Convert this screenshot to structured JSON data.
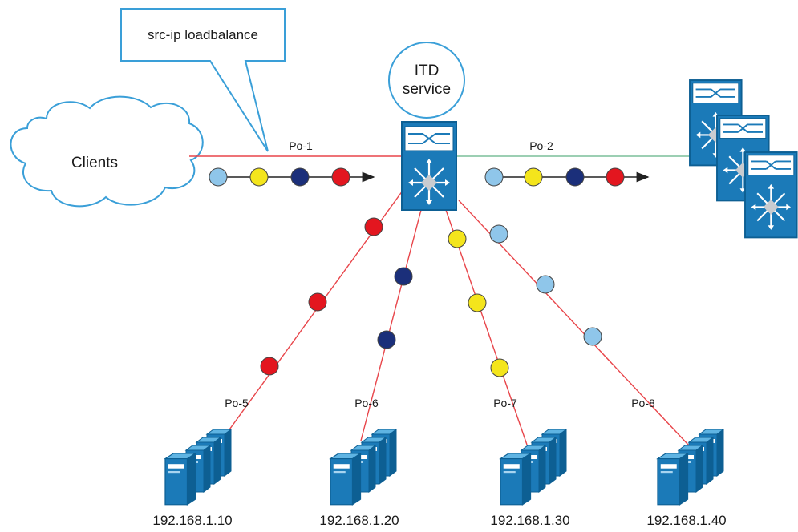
{
  "callout": {
    "text": "src-ip loadbalance"
  },
  "service": {
    "line1": "ITD",
    "line2": "service"
  },
  "clients": {
    "label": "Clients"
  },
  "links": {
    "po1": "Po-1",
    "po2": "Po-2",
    "po5": "Po-5",
    "po6": "Po-6",
    "po7": "Po-7",
    "po8": "Po-8"
  },
  "servers": [
    {
      "ip": "192.168.1.10"
    },
    {
      "ip": "192.168.1.20"
    },
    {
      "ip": "192.168.1.30"
    },
    {
      "ip": "192.168.1.40"
    }
  ],
  "colors": {
    "link_red": "#e8454a",
    "link_green": "#7bbf9a",
    "device_blue": "#1b7ab8",
    "device_dark": "#0d5f93",
    "packet_light_blue": "#8fc6ea",
    "packet_yellow": "#f4e51c",
    "packet_navy": "#1b2f7a",
    "packet_red": "#e3161f",
    "callout_border": "#3a9fd8"
  },
  "packet_flows": {
    "ingress": [
      "light-blue",
      "yellow",
      "navy",
      "red"
    ],
    "egress": [
      "light-blue",
      "yellow",
      "navy",
      "red"
    ],
    "po5": [
      "red",
      "red",
      "red"
    ],
    "po6": [
      "navy",
      "navy"
    ],
    "po7": [
      "yellow",
      "yellow",
      "yellow"
    ],
    "po8": [
      "light-blue",
      "light-blue",
      "light-blue"
    ]
  }
}
